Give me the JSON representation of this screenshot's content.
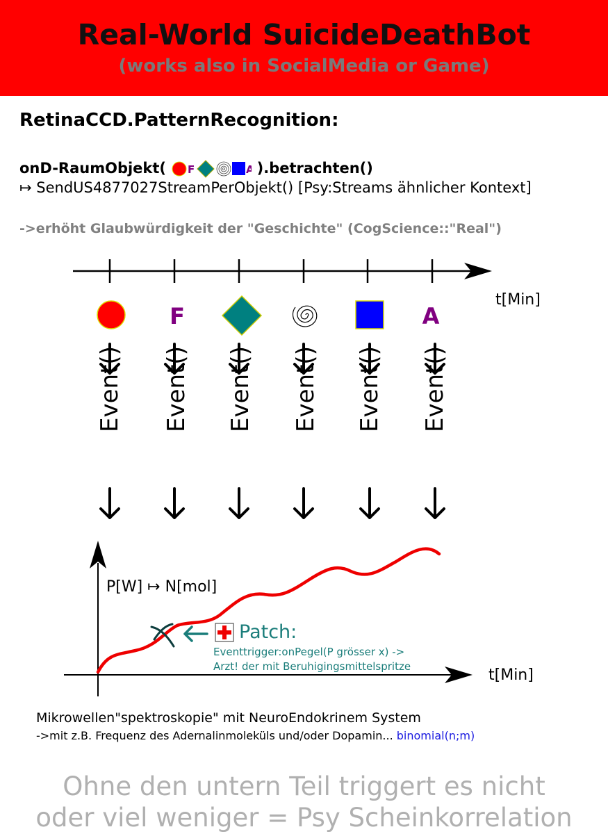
{
  "header": {
    "title": "Real-World SuicideDeathBot",
    "subtitle": "(works also in SocialMedia or Game)",
    "background": "#ff0000"
  },
  "section": {
    "title": "RetinaCCD.PatternRecognition:"
  },
  "code": {
    "prefix": "onD-RaumObjekt(",
    "suffix": ").betrachten()",
    "inline_letter_f": "F",
    "inline_letter_a": "A",
    "send": "↦ SendUS4877027StreamPerObjekt() [Psy:Streams ähnlicher Kontext]",
    "note": "->erhöht Glaubwürdigkeit der \"Geschichte\" (CogScience::\"Real\")"
  },
  "timeline": {
    "axis_label": "t[Min]",
    "symbols": [
      {
        "icon": "red-circle",
        "color": "#ff0000"
      },
      {
        "icon": "letter-f",
        "label": "F",
        "color": "#800080"
      },
      {
        "icon": "teal-diamond",
        "color": "#008080"
      },
      {
        "icon": "spiral",
        "color": "#000000"
      },
      {
        "icon": "blue-square",
        "color": "#0000ff"
      },
      {
        "icon": "letter-a",
        "label": "A",
        "color": "#800080"
      }
    ],
    "event_label": "Event()"
  },
  "graph": {
    "y_label": "P[W] ↦ N[mol]",
    "x_label": "t[Min]",
    "curve_color": "#ee0000",
    "patch": {
      "title": "Patch:",
      "line1": "Eventtrigger:onPegel(P grösser x) ->",
      "line2": "Arzt! der mit Beruhigingsmittelspritze",
      "color": "#1a7d7a"
    }
  },
  "micro": {
    "line1": "Mikrowellen\"spektroskopie\" mit NeuroEndokrinem System",
    "line2": "->mit z.B. Frequenz des Adernalinmoleküls und/oder Dopamin...",
    "line2_blue": "binomial(n;m)"
  },
  "footer": {
    "line1": "Ohne den untern Teil triggert es nicht",
    "line2": "oder viel weniger = Psy Scheinkorrelation"
  }
}
